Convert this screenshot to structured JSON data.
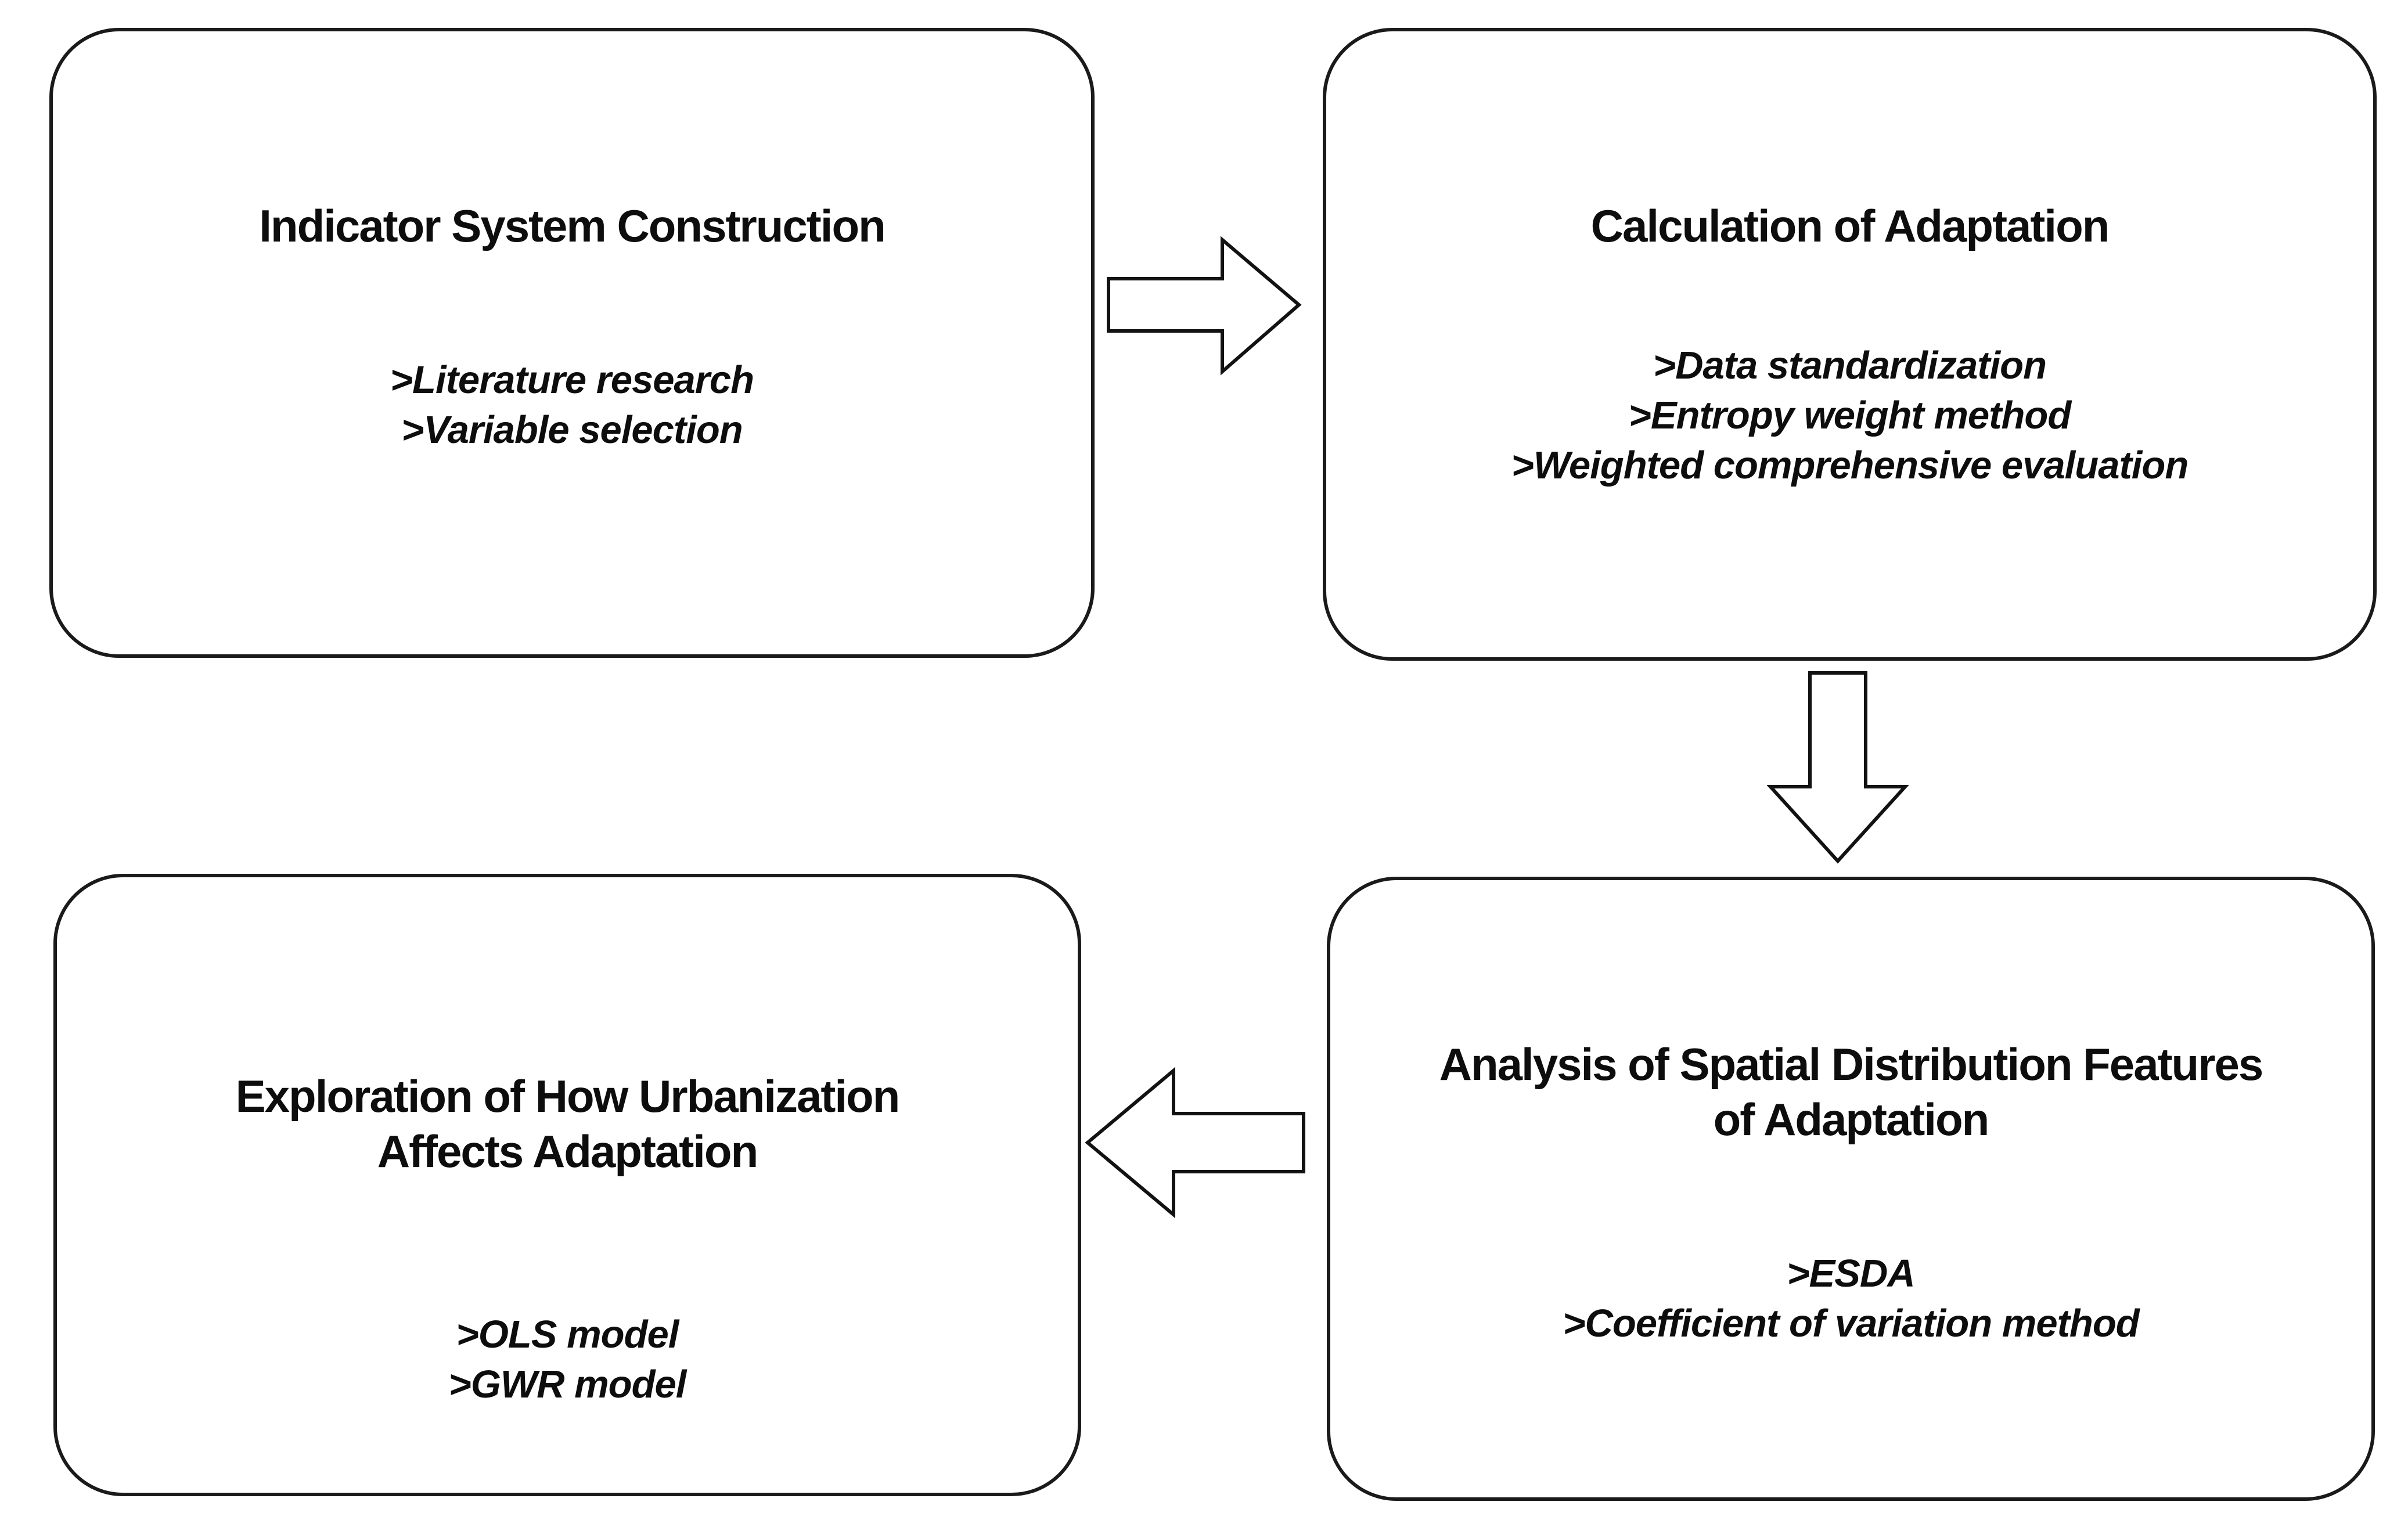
{
  "diagram": {
    "background_color": "#ffffff",
    "box_border_color": "#1a1a1a",
    "text_color": "#0d0d0d",
    "boxes": [
      {
        "id": "indicator-system-construction",
        "title": "Indicator System Construction",
        "title_lines": [
          "Indicator System Construction"
        ],
        "bullets": [
          ">Literature research",
          ">Variable selection"
        ]
      },
      {
        "id": "calculation-of-adaptation",
        "title": "Calculation of Adaptation",
        "title_lines": [
          "Calculation of Adaptation"
        ],
        "bullets": [
          ">Data standardization",
          ">Entropy weight method",
          ">Weighted comprehensive evaluation"
        ]
      },
      {
        "id": "analysis-of-spatial-distribution-features-of-adaptation",
        "title": "Analysis of Spatial Distribution Features of Adaptation",
        "title_lines": [
          "Analysis of Spatial Distribution Features",
          "of Adaptation"
        ],
        "bullets": [
          ">ESDA",
          ">Coefficient of variation method"
        ]
      },
      {
        "id": "exploration-of-how-urbanization-affects-adaptation",
        "title": "Exploration of How Urbanization Affects Adaptation",
        "title_lines": [
          "Exploration of How Urbanization",
          "Affects Adaptation"
        ],
        "bullets": [
          ">OLS model",
          ">GWR model"
        ]
      }
    ],
    "arrows": [
      {
        "id": "arrow-1",
        "direction": "right",
        "from": "indicator-system-construction",
        "to": "calculation-of-adaptation"
      },
      {
        "id": "arrow-2",
        "direction": "down",
        "from": "calculation-of-adaptation",
        "to": "analysis-of-spatial-distribution-features-of-adaptation"
      },
      {
        "id": "arrow-3",
        "direction": "left",
        "from": "analysis-of-spatial-distribution-features-of-adaptation",
        "to": "exploration-of-how-urbanization-affects-adaptation"
      }
    ]
  }
}
